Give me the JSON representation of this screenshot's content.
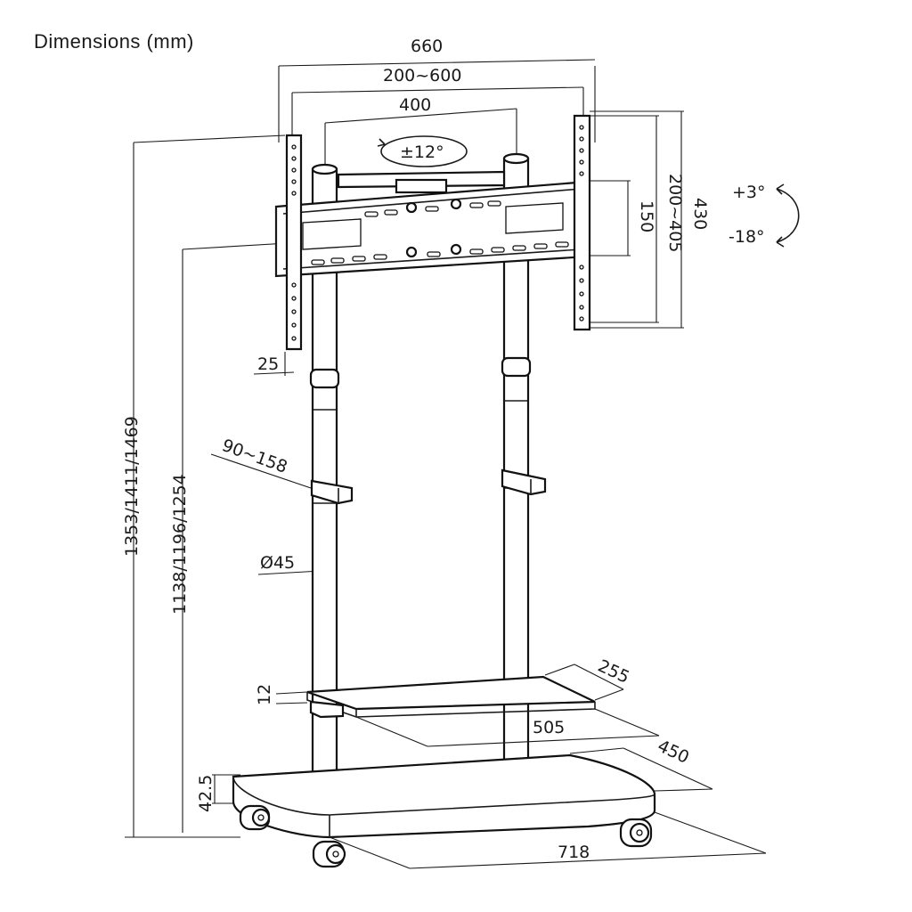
{
  "title": "Dimensions (mm)",
  "dimensions": {
    "width_total": "660",
    "width_vesa_range": "200~600",
    "width_vesa_inner": "400",
    "swivel": "±12°",
    "tilt_up": "+3°",
    "tilt_down": "-18°",
    "height_plate": "150",
    "height_vesa_range": "200~405",
    "height_bracket": "430",
    "offset_bottom": "25",
    "clamp_range": "90~158",
    "pole_diameter": "Ø45",
    "height_total": "1353/1411/1469",
    "height_center": "1138/1196/1254",
    "shelf_thickness": "12",
    "shelf_depth": "255",
    "shelf_width": "505",
    "base_height": "42.5",
    "base_depth": "450",
    "base_width": "718"
  }
}
